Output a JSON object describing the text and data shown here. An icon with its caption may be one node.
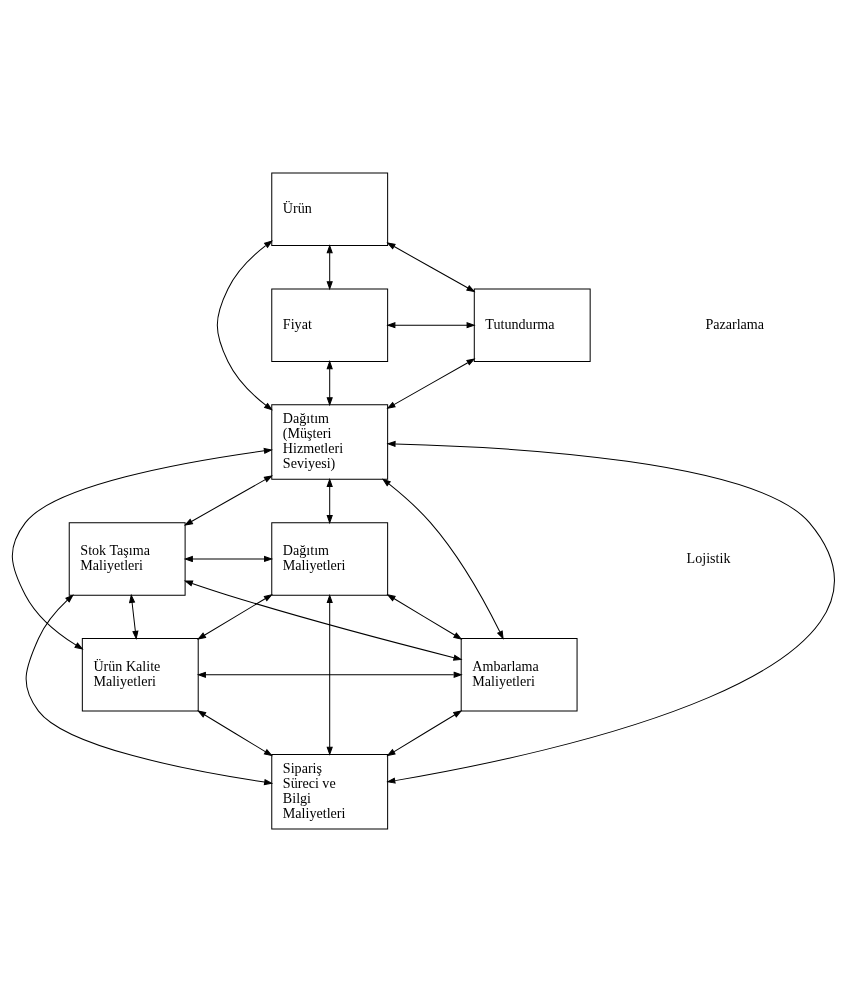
{
  "diagram": {
    "nodes": [
      {
        "text": [
          "Ürün"
        ]
      },
      {
        "text": [
          "Fiyat"
        ]
      },
      {
        "text": [
          "Tutundurma"
        ]
      },
      {
        "text": [
          "Dağıtım (Müşteri Hizmetleri Seviyesi)"
        ]
      },
      {
        "text": [
          "Stok Taşıma Maliyetleri"
        ]
      },
      {
        "text": [
          "Dağıtım Maliyetleri"
        ]
      },
      {
        "text": [
          "Ürün Kalite Maliyetleri"
        ]
      },
      {
        "text": [
          "Ambarlama Maliyetleri"
        ]
      },
      {
        "text": [
          "Sipariş Süreci ve Bilgi Maliyetleri"
        ]
      }
    ],
    "edges": [
      {
        "from": 0,
        "to": 1,
        "arrow": "both"
      },
      {
        "from": 0,
        "to": 2,
        "arrow": "both"
      },
      {
        "from": 0,
        "to": 3,
        "arrow": "both"
      },
      {
        "from": 1,
        "to": 2,
        "arrow": "both"
      },
      {
        "from": 1,
        "to": 3,
        "arrow": "both"
      },
      {
        "from": 2,
        "to": 3,
        "arrow": "both"
      },
      {
        "from": 3,
        "to": 4,
        "arrow": "both"
      },
      {
        "from": 3,
        "to": 8,
        "arrow": "both"
      },
      {
        "from": 3,
        "to": 6,
        "arrow": "both"
      },
      {
        "from": 3,
        "to": 7,
        "arrow": "both"
      },
      {
        "from": 3,
        "to": 5,
        "arrow": "both"
      },
      {
        "from": 4,
        "to": 5,
        "arrow": "both"
      },
      {
        "from": 4,
        "to": 7,
        "arrow": "both"
      },
      {
        "from": 4,
        "to": 6,
        "arrow": "both"
      },
      {
        "from": 4,
        "to": 8,
        "arrow": "both"
      },
      {
        "from": 5,
        "to": 6,
        "arrow": "both"
      },
      {
        "from": 5,
        "to": 8,
        "arrow": "both"
      },
      {
        "from": 5,
        "to": 7,
        "arrow": "both"
      },
      {
        "from": 6,
        "to": 7,
        "arrow": "both"
      },
      {
        "from": 6,
        "to": 8,
        "arrow": "both"
      },
      {
        "from": 7,
        "to": 8,
        "arrow": "both"
      }
    ],
    "labels": [
      "Pazarlama",
      "Lojistik"
    ]
  }
}
